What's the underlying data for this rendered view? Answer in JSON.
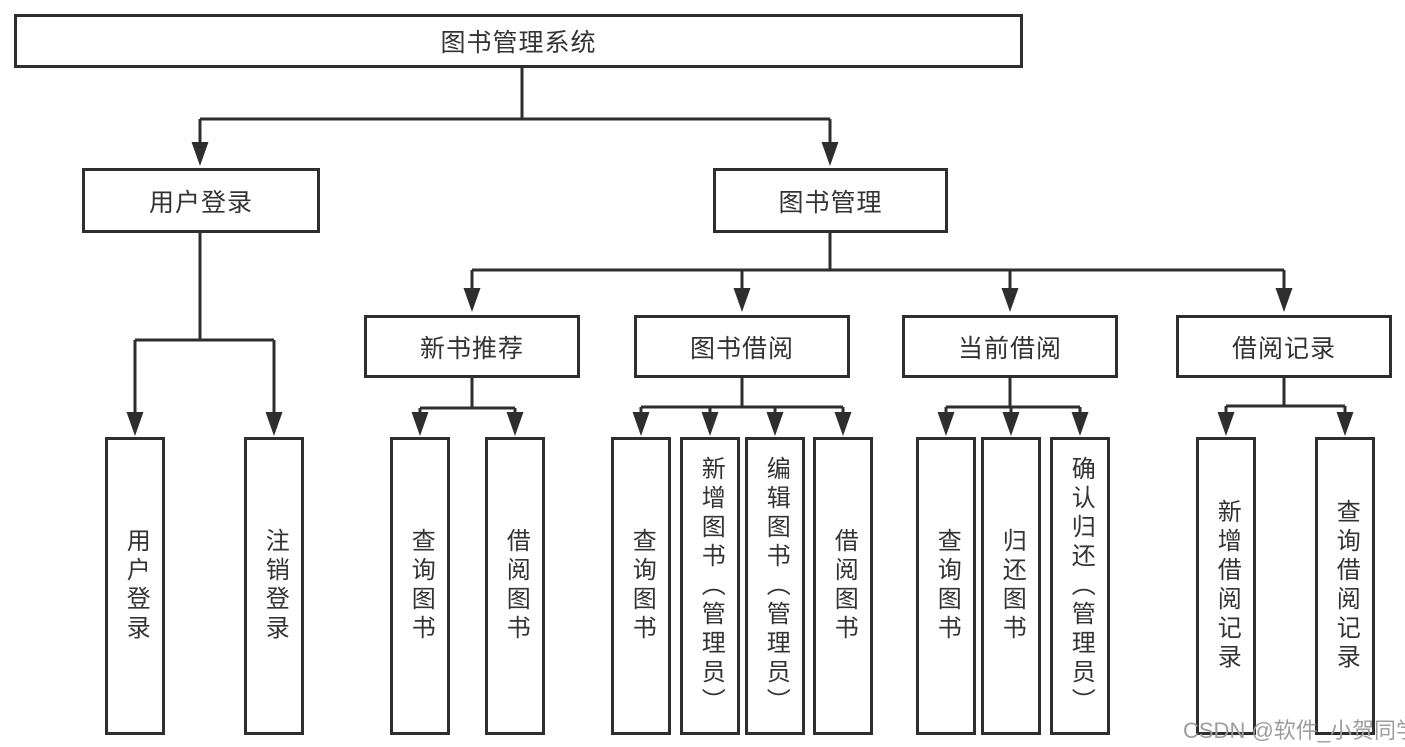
{
  "tree": {
    "label": "图书管理系统",
    "children": [
      {
        "label": "用户登录",
        "children": [
          {
            "label": "用户登录"
          },
          {
            "label": "注销登录"
          }
        ]
      },
      {
        "label": "图书管理",
        "children": [
          {
            "label": "新书推荐",
            "children": [
              {
                "label": "查询图书"
              },
              {
                "label": "借阅图书"
              }
            ]
          },
          {
            "label": "图书借阅",
            "children": [
              {
                "label": "查询图书"
              },
              {
                "label": "新增图书（管理员）"
              },
              {
                "label": "编辑图书（管理员）"
              },
              {
                "label": "借阅图书"
              }
            ]
          },
          {
            "label": "当前借阅",
            "children": [
              {
                "label": "查询图书"
              },
              {
                "label": "归还图书"
              },
              {
                "label": "确认归还（管理员）"
              }
            ]
          },
          {
            "label": "借阅记录",
            "children": [
              {
                "label": "新增借阅记录"
              },
              {
                "label": "查询借阅记录"
              }
            ]
          }
        ]
      }
    ]
  },
  "watermark": {
    "text": "CSDN @软件_小贺同学"
  },
  "colors": {
    "line": "#2e2e2e",
    "box_border": "#2e2e2e",
    "text": "#333333",
    "watermark": "#9d9d9d",
    "background": "#ffffff"
  }
}
